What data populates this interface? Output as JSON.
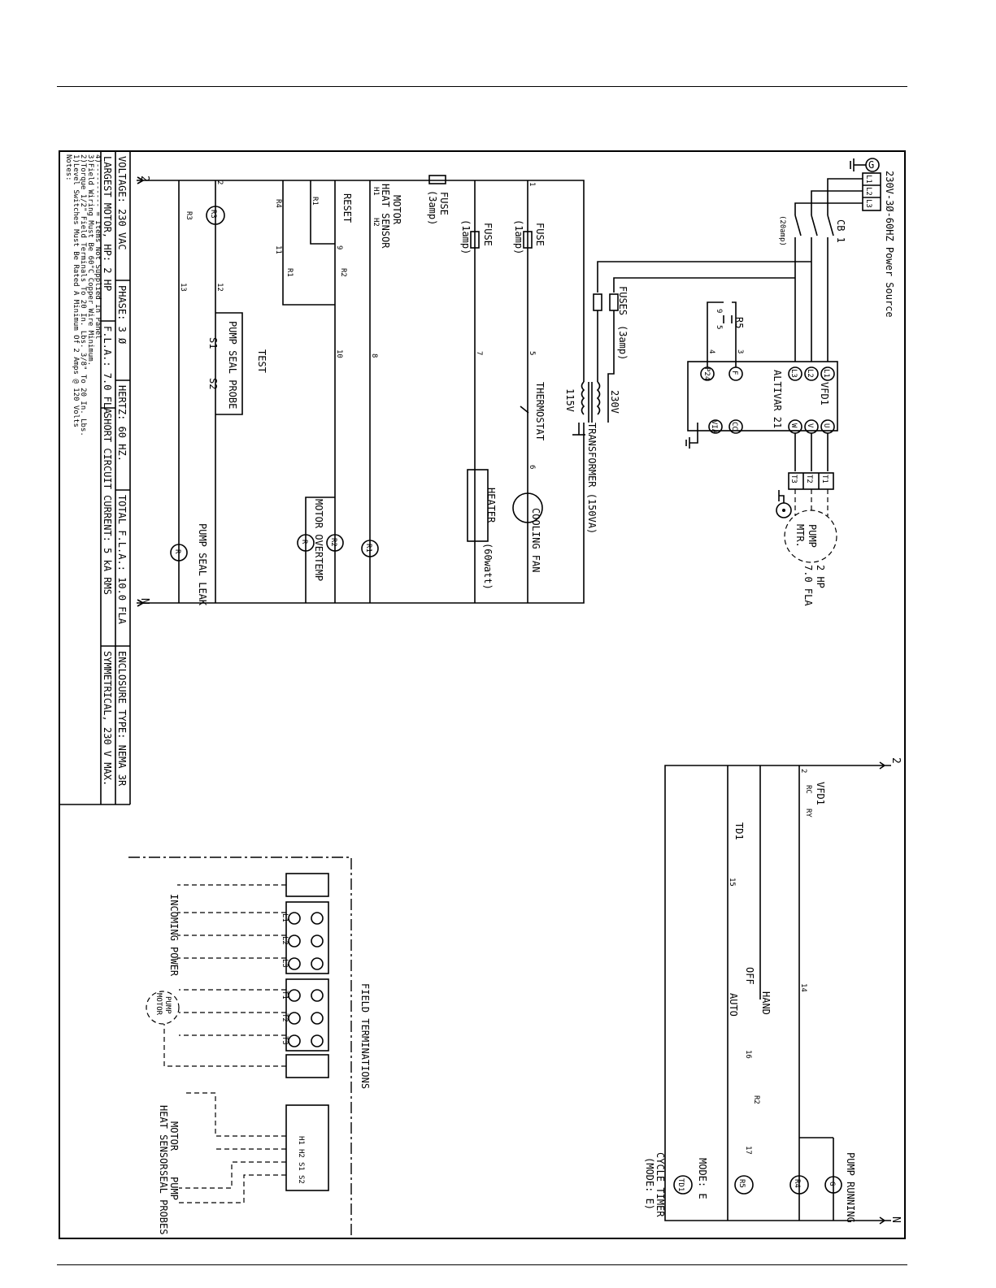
{
  "power_source": "230V-3Ø-60HZ Power Source",
  "ground_letter": "G",
  "lines": [
    "L1",
    "L2",
    "L3"
  ],
  "cb": {
    "name": "CB 1",
    "rating": "(20amp)"
  },
  "fuses_upper": {
    "name": "FUSES",
    "rating": "(3amp)"
  },
  "vfd": {
    "name": "VFD1",
    "model": "ALTIVAR 21",
    "inputs": [
      "L1",
      "L2",
      "L3"
    ],
    "outputs": [
      "U",
      "V",
      "W"
    ],
    "control": [
      "F",
      "P24"
    ],
    "analog": [
      "CC",
      "VIA"
    ]
  },
  "relay_r5_contact": {
    "name": "R5",
    "pin_a": "9",
    "pin_b": "5"
  },
  "wire_numbers": {
    "w1": "1",
    "w2": "2",
    "w3": "3",
    "w4": "4",
    "w5": "5",
    "w6": "6",
    "w7": "7",
    "w8": "8",
    "w9": "9",
    "w10": "10",
    "w11": "11",
    "w12": "12",
    "w13": "13",
    "w14": "14",
    "w15": "15",
    "w16": "16",
    "w17": "17"
  },
  "motor_terminals": [
    "T1",
    "T2",
    "T3"
  ],
  "pump_motor": {
    "name": "PUMP",
    "line2": "MTR.",
    "hp": "2 HP",
    "fla": "7.0 FLA"
  },
  "transformer": {
    "name": "TRANSFORMER (150VA)",
    "primary": "230V",
    "secondary": "115V"
  },
  "fuse_1a": {
    "name": "FUSE",
    "rating": "(1amp)"
  },
  "fuse_1a_b": {
    "name": "FUSE",
    "rating": "(1amp)"
  },
  "fuse_3a": {
    "name": "FUSE",
    "rating": "(3amp)"
  },
  "thermostat": "THERMOSTAT",
  "cooling_fan": "COOLING FAN",
  "heater": {
    "name": "HEATER",
    "rating": "(60watt)"
  },
  "motor_heat_sensor": {
    "line1": "MOTOR",
    "line2": "HEAT SENSOR",
    "h1": "H1",
    "h2": "H2"
  },
  "reset": "RESET",
  "test": "TEST",
  "pump_seal_probe": {
    "name": "PUMP SEAL PROBE",
    "s1": "S1",
    "s2": "S2"
  },
  "relays": {
    "r1": "R1",
    "r2": "R2",
    "r3": "R3",
    "r4": "R4",
    "r5": "R5",
    "r": "R"
  },
  "pin_labels": {
    "p13": "13",
    "p14": "14",
    "p9": "9",
    "p5": "5",
    "p12": "12",
    "p4": "4",
    "p1": "1",
    "p3": "3",
    "p2": "2"
  },
  "motor_overtemp": "MOTOR OVERTEMP",
  "pump_seal_leak": "PUMP SEAL LEAK",
  "rail_l": "2",
  "rail_n": "N",
  "ratings": {
    "voltage": "VOLTAGE: 230 VAC",
    "phase": "PHASE: 3 Ø",
    "hertz": "HERTZ: 60 HZ.",
    "total_fla": "TOTAL F.L.A.: 10.0 FLA",
    "enclosure": "ENCLOSURE TYPE: NEMA 3R",
    "largest_motor": "LARGEST MOTOR, HP: 2 HP",
    "fla": "F.L.A.: 7.0 FLA",
    "sccr": "SHORT CIRCUIT CURRENT: 5 kA RMS",
    "sym": "SYMMETRICAL, 230 V MAX."
  },
  "notes": [
    "Notes:",
    "1)Level Switches Must Be Rated A Minimum Of 2 Amps @ 120 Volts",
    "2)Torque 1/2\" Field Terminals To 20 In. Lbs. 3/8\" To 20 In. Lbs.",
    "3)Field Wiring Must Be 60°C Copper Wire Minimum.",
    "4)---------- = Items Not Supplied In Panel"
  ],
  "field_terminations": {
    "title": "FIELD TERMINATIONS",
    "incoming_power": "INCOMING POWER",
    "power_terms": [
      "L1",
      "L2",
      "L3"
    ],
    "pump_motor_l1": "PUMP",
    "pump_motor_l2": "MOTOR",
    "motor_terms": [
      "T1",
      "T2",
      "T3"
    ],
    "sensor_terms": [
      "H1",
      "H2",
      "S1",
      "S2"
    ],
    "motor_heat_sensor_l1": "MOTOR",
    "motor_heat_sensor_l2": "HEAT SENSOR",
    "seal_probes_l1": "PUMP",
    "seal_probes_l2": "SEAL PROBES"
  },
  "ladder2": {
    "rail_l": "2",
    "rail_n": "N",
    "vfd_contact": "VFD1",
    "rc": "RC",
    "ry": "RY",
    "td1": "TD1",
    "off": "OFF",
    "hand": "HAND",
    "auto": "AUTO",
    "pump_running": "PUMP RUNNING",
    "mode": "MODE: E",
    "cycle_timer": "CYCLE TIMER",
    "cycle_mode": "(MODE: E)",
    "g": "G",
    "r2": "R2",
    "r4": "R4",
    "r5": "R5",
    "td1_coil": "TD1"
  }
}
